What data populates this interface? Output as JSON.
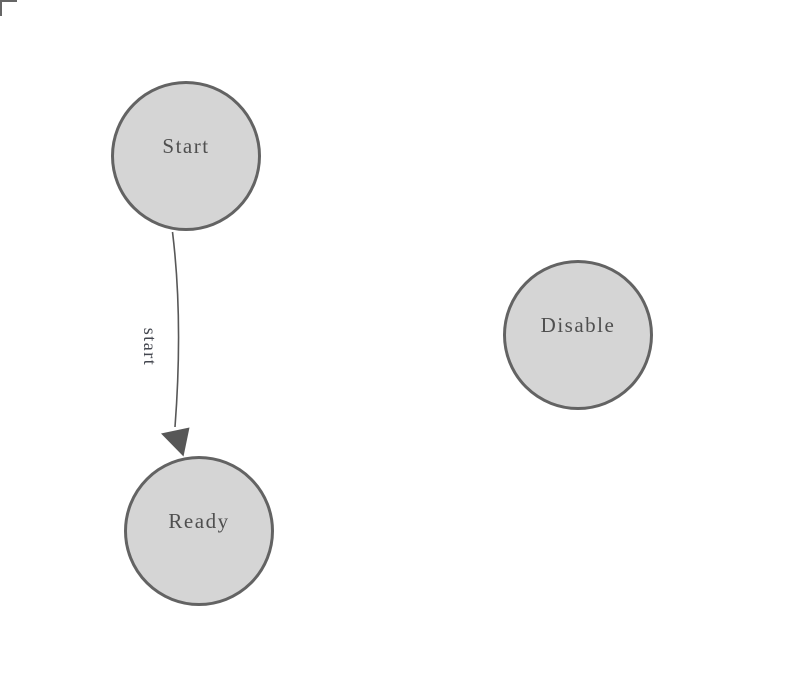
{
  "diagram": {
    "type": "state-machine",
    "nodes": [
      {
        "id": "start",
        "label": "Start"
      },
      {
        "id": "ready",
        "label": "Ready"
      },
      {
        "id": "disable",
        "label": "Disable"
      }
    ],
    "edges": [
      {
        "from": "start",
        "to": "ready",
        "label": "start"
      }
    ],
    "colors": {
      "node_fill": "#d5d5d5",
      "node_stroke": "#636363",
      "node_label": "#4f4f4f",
      "edge_stroke": "#575757",
      "edge_label": "#43464e",
      "origin_mark": "#666666",
      "canvas_bg": "#ffffff"
    }
  }
}
